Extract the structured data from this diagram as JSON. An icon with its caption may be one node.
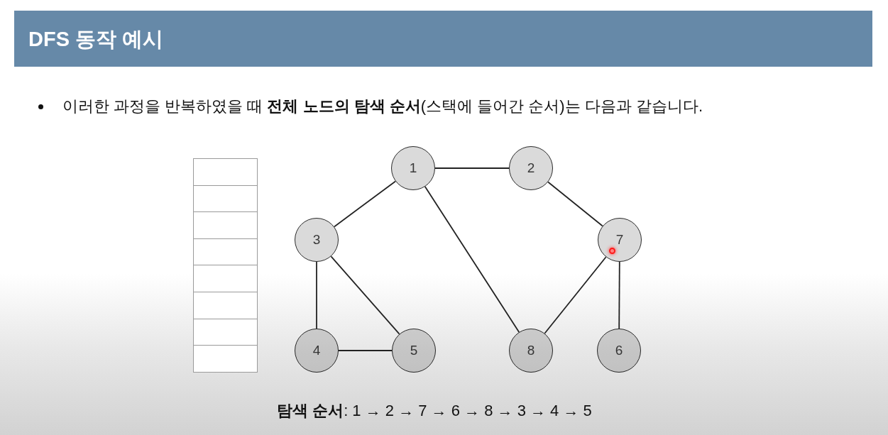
{
  "diagram": {
    "title": "DFS 동작 예시",
    "nodes": [
      {
        "text": [
          "1"
        ]
      },
      {
        "text": [
          "2"
        ]
      },
      {
        "text": [
          "3"
        ]
      },
      {
        "text": [
          "7"
        ]
      },
      {
        "text": [
          "4"
        ]
      },
      {
        "text": [
          "5"
        ]
      },
      {
        "text": [
          "8"
        ]
      },
      {
        "text": [
          "6"
        ]
      }
    ],
    "edges": [
      {
        "from": 0,
        "to": 1,
        "arrow": "none"
      },
      {
        "from": 0,
        "to": 2,
        "arrow": "none"
      },
      {
        "from": 0,
        "to": 6,
        "arrow": "none"
      },
      {
        "from": 1,
        "to": 3,
        "arrow": "none"
      },
      {
        "from": 2,
        "to": 4,
        "arrow": "none"
      },
      {
        "from": 2,
        "to": 5,
        "arrow": "none"
      },
      {
        "from": 4,
        "to": 5,
        "arrow": "none"
      },
      {
        "from": 3,
        "to": 6,
        "arrow": "none"
      },
      {
        "from": 3,
        "to": 7,
        "arrow": "none"
      }
    ],
    "labels": [
      "이러한 과정을 반복하였을 때 **전체 노드의 탐색 순서**(스택에 들어간 순서)는 다음과 같습니다.",
      "**탐색 순서**: 1 → 2 → 7 → 6 → 8 → 3 → 4 → 5"
    ]
  }
}
